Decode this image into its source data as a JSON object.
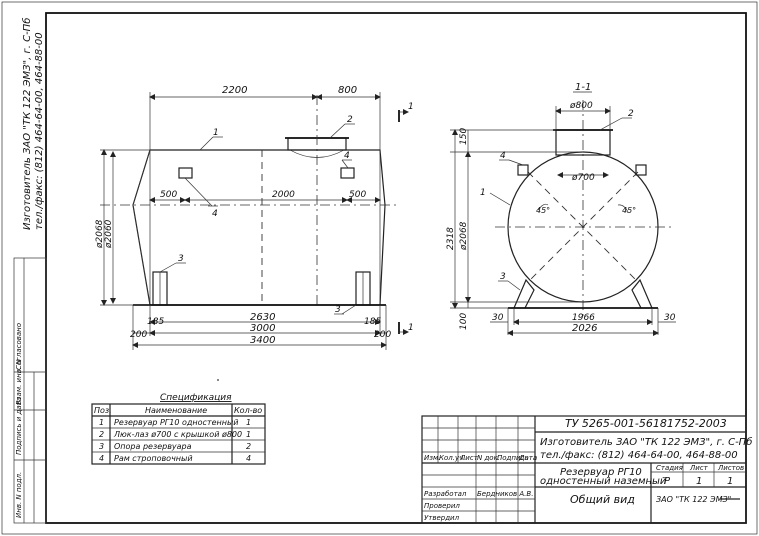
{
  "side_margin": {
    "manufacturer": "Изготовитель ЗАО \"ТК 122 ЭМЗ\", г. С-Пб",
    "phone": "тел./факс: (812) 464-64-00, 464-88-00",
    "agreed": "Согласовано",
    "col1": "Инв. N подл.",
    "col2": "Подпись и дата",
    "col3": "Взам. инв. N"
  },
  "front_view": {
    "dim_top_left": "2200",
    "dim_top_right": "800",
    "dim_500_left": "500",
    "dim_2000": "2000",
    "dim_500_right": "500",
    "dim_2068": "ø2068",
    "dim_2060": "ø2060",
    "dim_185_left": "185",
    "dim_185_right": "185",
    "dim_2630": "2630",
    "dim_200_left": "200",
    "dim_3000": "3000",
    "dim_200_right": "200",
    "dim_3400": "3400",
    "cut_mark": "1",
    "callouts": [
      "1",
      "2",
      "4",
      "4",
      "3",
      "3"
    ]
  },
  "section_view": {
    "title": "1-1",
    "dim_800": "ø800",
    "dim_700": "ø700",
    "dim_150": "150",
    "dim_2318": "2318",
    "dim_2068": "ø2068",
    "dim_100": "100",
    "dim_30_left": "30",
    "dim_1966": "1966",
    "dim_30_right": "30",
    "dim_2026": "2026",
    "angle_left": "45°",
    "angle_right": "45°",
    "callouts": [
      "1",
      "2",
      "3",
      "4"
    ]
  },
  "specification": {
    "title": "Спецификация",
    "headers": [
      "Поз.",
      "Наименование",
      "Кол-во"
    ],
    "rows": [
      [
        "1",
        "Резервуар РГ10 одностенный",
        "1"
      ],
      [
        "2",
        "Люк-лаз ø700 с крышкой ø800",
        "1"
      ],
      [
        "3",
        "Опора резервуара",
        "2"
      ],
      [
        "4",
        "Рам строповочный",
        "4"
      ]
    ]
  },
  "title_block": {
    "doc_code": "ТУ 5265-001-56181752-2003",
    "manufacturer": "Изготовитель ЗАО \"ТК 122 ЭМЗ\", г. С-Пб",
    "phone": "тел./факс: (812) 464-64-00, 464-88-00",
    "product_line1": "Резервуар РГ10",
    "product_line2": "одностенный наземный",
    "view_name": "Общий вид",
    "col_headers": [
      "Изм.",
      "Кол.уч.",
      "Лист",
      "N док.",
      "Подпись",
      "Дата"
    ],
    "stage_label": "Стадия",
    "sheet_label": "Лист",
    "sheets_label": "Листов",
    "stage_value": "Р",
    "sheet_value": "1",
    "sheets_value": "1",
    "roles": [
      "Разработал",
      "Проверил",
      "Утвердил"
    ],
    "developer_name": "Бердников А.В.",
    "company": "ЗАО \"ТК 122 ЭМЗ\""
  }
}
